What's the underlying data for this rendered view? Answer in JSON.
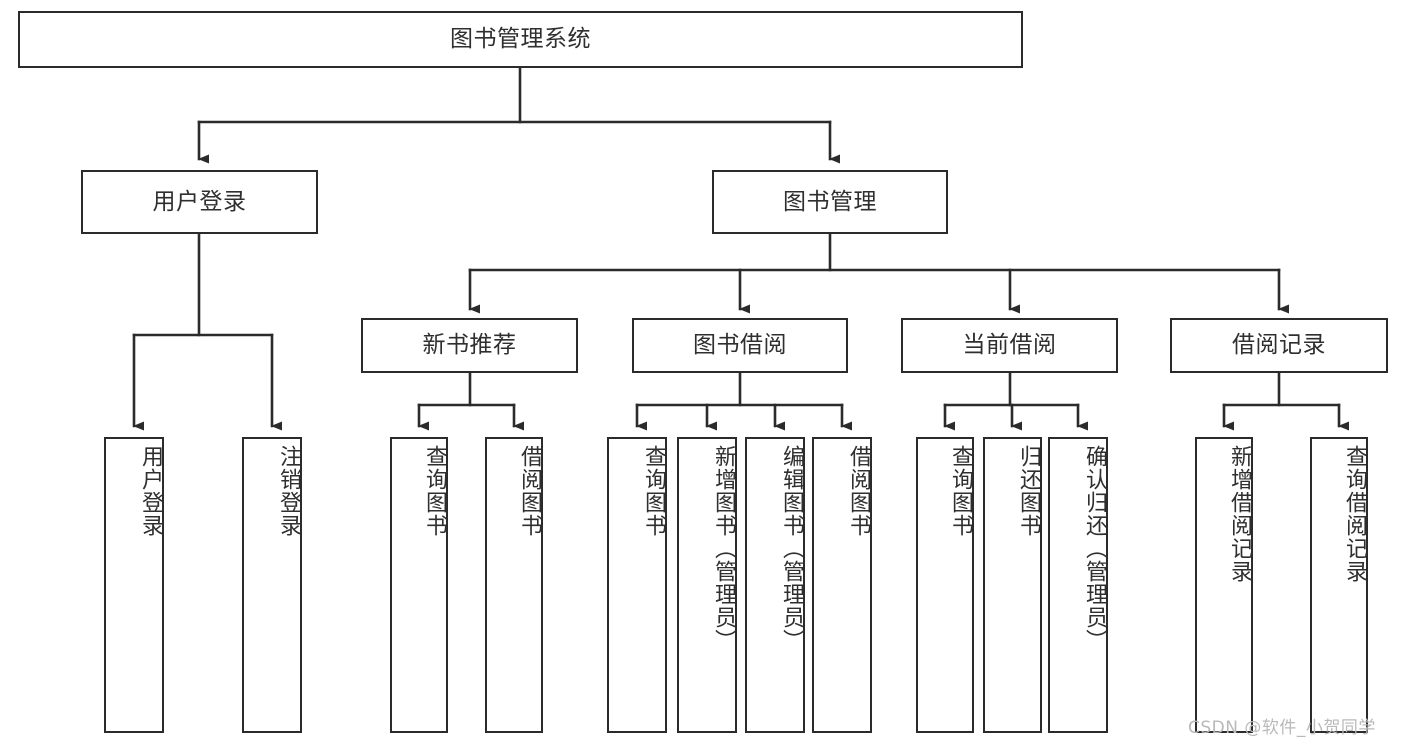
{
  "diagram": {
    "type": "tree-hierarchy",
    "title": "图书管理系统",
    "orientation": "top-down",
    "colors": {
      "box_border": "#2b2b2b",
      "box_fill": "#ffffff",
      "connector": "#2b2b2b",
      "text": "#2f2f2f",
      "watermark": "#b9b9b9",
      "background": "#ffffff"
    },
    "root": {
      "label": "图书管理系统"
    },
    "level2": [
      {
        "label": "用户登录"
      },
      {
        "label": "图书管理"
      }
    ],
    "level3": [
      {
        "label": "新书推荐"
      },
      {
        "label": "图书借阅"
      },
      {
        "label": "当前借阅"
      },
      {
        "label": "借阅记录"
      }
    ],
    "leaves": {
      "user_login": [
        {
          "label": "用户登录"
        },
        {
          "label": "注销登录"
        }
      ],
      "new_book_recommend": [
        {
          "label": "查询图书"
        },
        {
          "label": "借阅图书"
        }
      ],
      "book_borrow": [
        {
          "label": "查询图书"
        },
        {
          "label": "新增图书（管理员）"
        },
        {
          "label": "编辑图书（管理员）"
        },
        {
          "label": "借阅图书"
        }
      ],
      "current_borrow": [
        {
          "label": "查询图书"
        },
        {
          "label": "归还图书"
        },
        {
          "label": "确认归还（管理员）"
        }
      ],
      "borrow_record": [
        {
          "label": "新增借阅记录"
        },
        {
          "label": "查询借阅记录"
        }
      ]
    },
    "watermark": "CSDN @软件_小贺同学"
  }
}
